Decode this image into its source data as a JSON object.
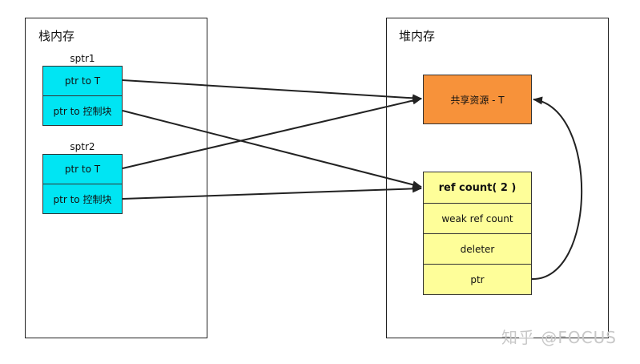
{
  "stack": {
    "title": "栈内存",
    "pointers": [
      {
        "label": "sptr1",
        "cells": [
          "ptr to T",
          "ptr to 控制块"
        ]
      },
      {
        "label": "sptr2",
        "cells": [
          "ptr to T",
          "ptr to 控制块"
        ]
      }
    ]
  },
  "heap": {
    "title": "堆内存",
    "resource": "共享资源 - T",
    "control_block": [
      "ref count( 2 )",
      "weak ref count",
      "deleter",
      "ptr"
    ]
  },
  "colors": {
    "pointer_cell": "#00e5f3",
    "resource": "#f7923a",
    "control_block": "#fefe99",
    "border": "#222222"
  },
  "watermark": "知乎 @FOCUS"
}
